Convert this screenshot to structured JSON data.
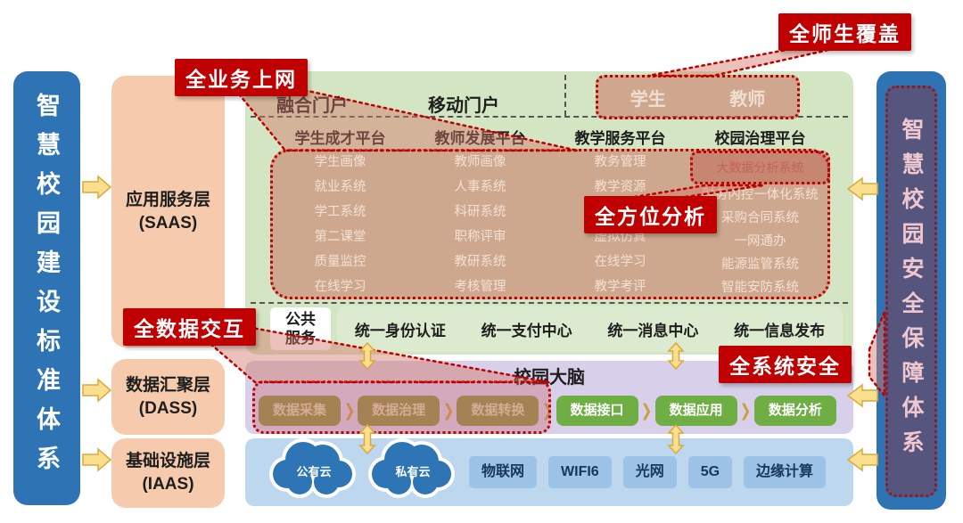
{
  "titles": {
    "left_pillar": "智慧校园建设标准体系",
    "right_pillar": "智慧校园安全保障体系"
  },
  "layers": [
    {
      "name": "应用服务层",
      "abbr": "(SAAS)"
    },
    {
      "name": "数据汇聚层",
      "abbr": "(DASS)"
    },
    {
      "name": "基础设施层",
      "abbr": "(IAAS)"
    }
  ],
  "callouts": {
    "full_business_online": "全业务上网",
    "full_staff_student_coverage": "全师生覆盖",
    "full_dimension_analysis": "全方位分析",
    "full_data_interaction": "全数据交互",
    "full_system_security": "全系统安全"
  },
  "saas": {
    "portals": [
      "融合门户",
      "移动门户"
    ],
    "user_groups": [
      "学生",
      "教师"
    ],
    "platform_headers": [
      "学生成才平台",
      "教师发展平台",
      "教学服务平台",
      "校园治理平台"
    ],
    "student_platform_systems": [
      "学生画像",
      "就业系统",
      "学工系统",
      "第二课堂",
      "质量监控",
      "在线学习"
    ],
    "teacher_platform_systems": [
      "教师画像",
      "人事系统",
      "科研系统",
      "职称评审",
      "教研系统",
      "考核管理"
    ],
    "teaching_platform_systems": [
      "教务管理",
      "教学资源",
      "",
      "虚拟仿真",
      "在线学习",
      "教学考评"
    ],
    "governance_highlight": "大数据分析系统",
    "governance_platform_systems": [
      "财务内控一体化系统",
      "采购合同系统",
      "一网通办",
      "能源监管系统",
      "智能安防系统"
    ],
    "public_services_label": "公共服务",
    "public_services": [
      "统一身份认证",
      "统一支付中心",
      "统一消息中心",
      "统一信息发布"
    ]
  },
  "campus_brain": {
    "title": "校园大脑",
    "pipeline": [
      "数据采集",
      "数据治理",
      "数据转换",
      "数据接口",
      "数据应用",
      "数据分析"
    ]
  },
  "infrastructure": {
    "clouds": [
      "公有云",
      "私有云"
    ],
    "networks": [
      "物联网",
      "WIFI6",
      "光网",
      "5G",
      "边缘计算"
    ]
  },
  "icons": {
    "chevron": "❯"
  },
  "colors": {
    "pillar_blue": "#2E74B5",
    "layer_orange": "#F6CBAD",
    "app_panel_green": "#D3E5C3",
    "brain_purple": "#D8D0EA",
    "infra_blue": "#BDD7EE",
    "overlay_pink": "rgba(201,112,94,0.52)",
    "label_red": "#C00000",
    "pipeline_green": "#6FAE44",
    "pipeline_olive": "#8F9140",
    "arrow_yellow": "#FAE08E"
  }
}
